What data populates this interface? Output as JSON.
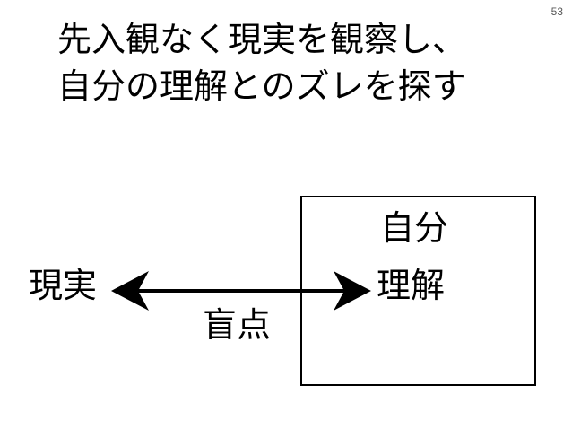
{
  "slide": {
    "number": "53",
    "title_lines": [
      "先入観なく現実を観察し、",
      "自分の理解とのズレを探す"
    ]
  },
  "diagram": {
    "box_top_label": "自分",
    "box_inner_label": "理解",
    "reality_label": "現実",
    "blindspot_label": "盲点",
    "arrow_color": "#000000",
    "box_border_color": "#000000"
  }
}
